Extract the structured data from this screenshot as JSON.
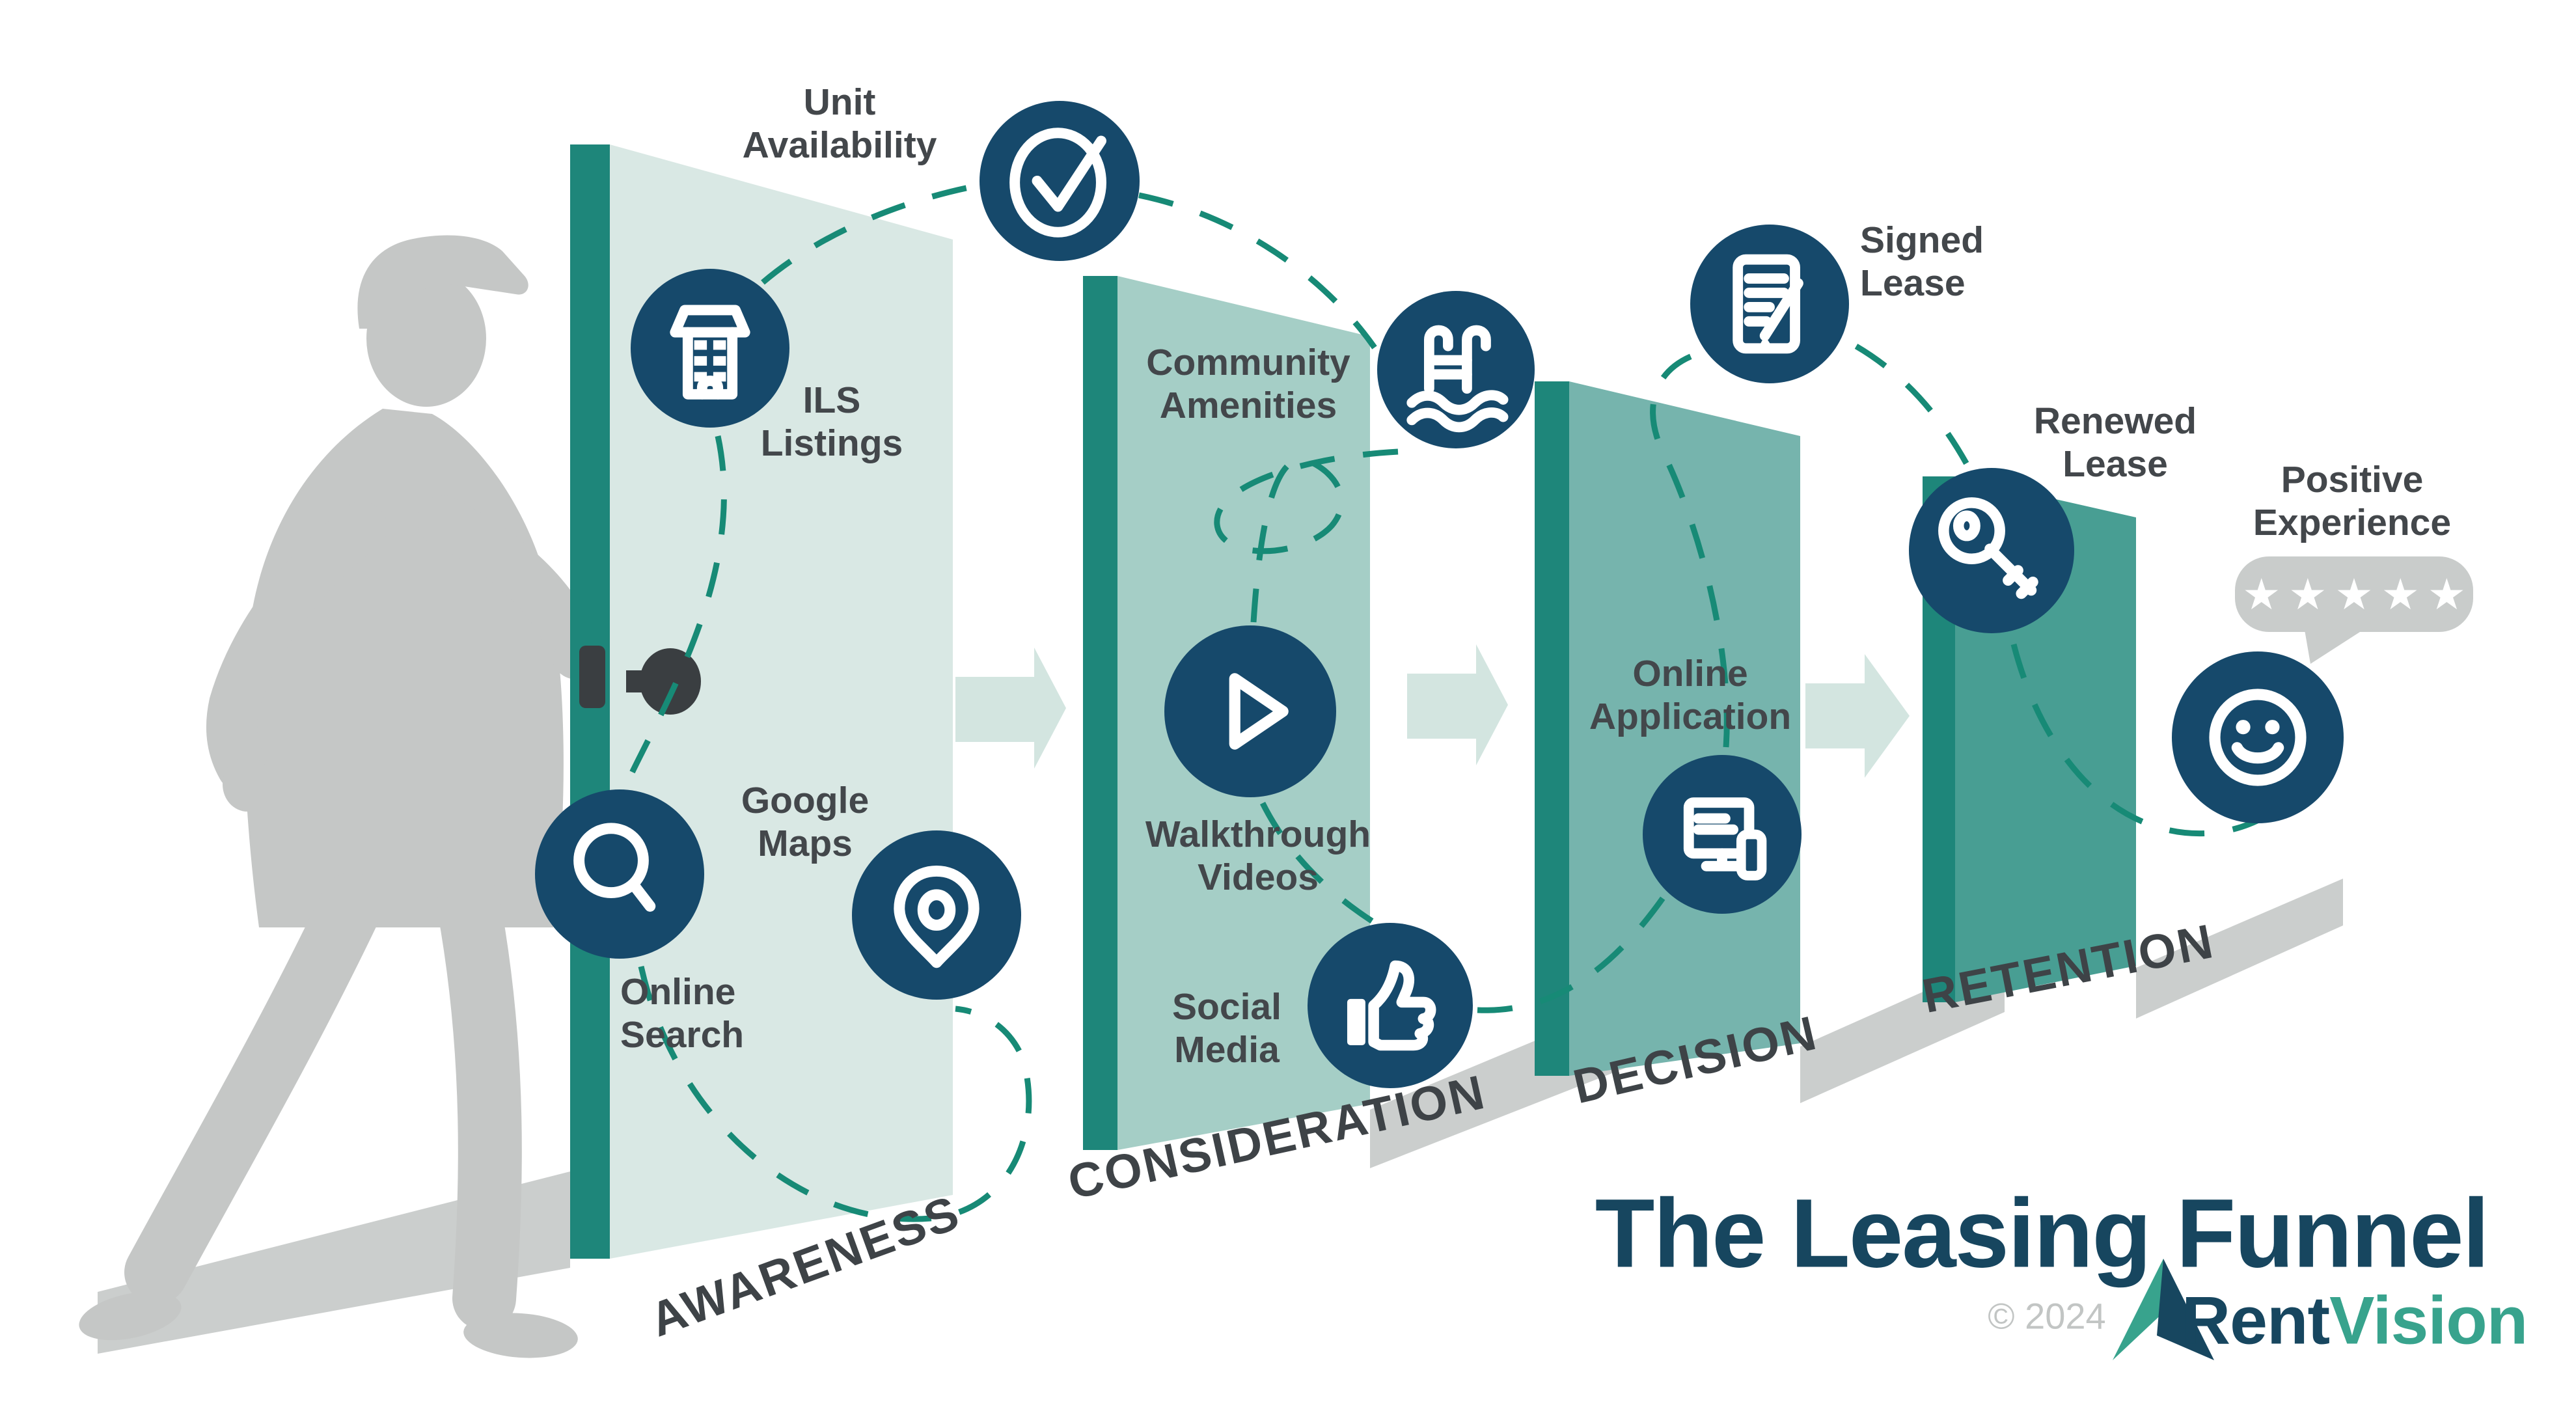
{
  "title": "The Leasing Funnel",
  "footer": {
    "copyright": "© 2024",
    "brand": {
      "rent": "Rent",
      "vision": "Vision"
    }
  },
  "review": {
    "stars": "★★★★★",
    "star_count": 5
  },
  "stages": {
    "awareness": {
      "label": "AWARENESS",
      "items": {
        "unit_availability": "Unit\nAvailability",
        "ils_listings": "ILS\nListings",
        "google_maps": "Google\nMaps",
        "online_search": "Online\nSearch"
      }
    },
    "consideration": {
      "label": "CONSIDERATION",
      "items": {
        "community_amenities": "Community\nAmenities",
        "walkthrough_videos": "Walkthrough\nVideos",
        "social_media": "Social\nMedia"
      }
    },
    "decision": {
      "label": "DECISION",
      "items": {
        "online_application": "Online\nApplication",
        "signed_lease": "Signed\nLease"
      }
    },
    "retention": {
      "label": "RETENTION",
      "items": {
        "renewed_lease": "Renewed\nLease",
        "positive_experience": "Positive\nExperience"
      }
    }
  },
  "icons": [
    "check-circle-icon",
    "apartment-building-icon",
    "magnifier-icon",
    "map-pin-icon",
    "pool-ladder-icon",
    "play-icon",
    "thumbs-up-icon",
    "desktop-computer-icon",
    "signed-document-icon",
    "key-icon",
    "smiley-face-icon",
    "five-star-review-bubble"
  ],
  "colors": {
    "navy_circle": "#16496b",
    "teal_edge": "#1e867a",
    "teal_dash": "#178a76",
    "panel_awareness": "#d9e8e4",
    "panel_consideration": "#a5cec6",
    "panel_decision": "#76b4ad",
    "panel_retention": "#489e93",
    "arrow_mint": "#d3e5e0",
    "label_gray": "#43474b",
    "title_navy": "#17465f",
    "brand_teal": "#38a38d",
    "silhouette_gray": "#c5c7c6",
    "bubble_gray": "#c9cccb"
  }
}
